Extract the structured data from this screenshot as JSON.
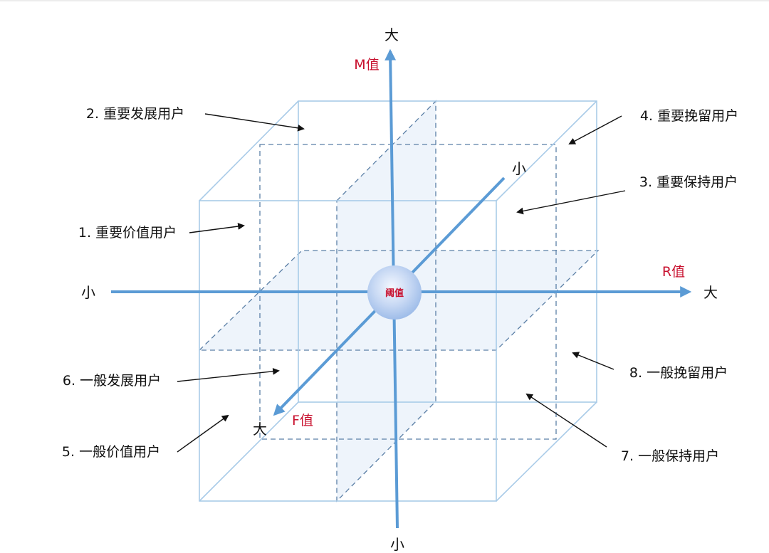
{
  "axes": {
    "m": {
      "name": "M值",
      "top": "大",
      "bottom": "小"
    },
    "r": {
      "name": "R值",
      "left": "小",
      "right": "大"
    },
    "f": {
      "name": "F值",
      "front": "大",
      "back": "小"
    }
  },
  "threshold": "阈值",
  "segments": [
    "1. 重要价值用户",
    "2. 重要发展用户",
    "3. 重要保持用户",
    "4. 重要挽留用户",
    "5. 一般价值用户",
    "6. 一般发展用户",
    "7. 一般保持用户",
    "8. 一般挽留用户"
  ],
  "colors": {
    "axis": "#5b9bd5",
    "cube_edge": "#a9cbe8",
    "dashed": "#5b7fa6",
    "plane_fill": "#eef4fb",
    "axis_name": "#c8102e"
  }
}
